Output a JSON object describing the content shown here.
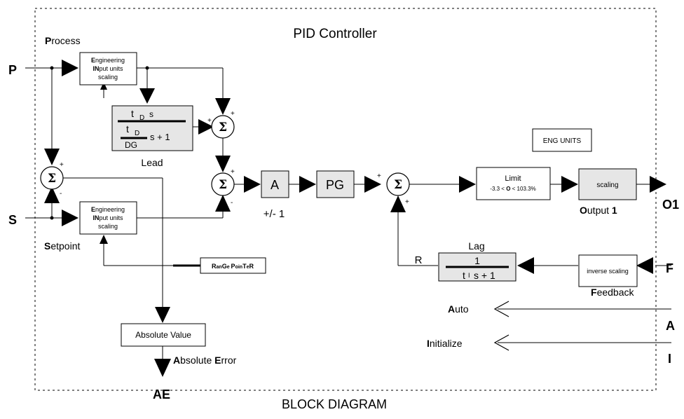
{
  "title": "PID Controller",
  "footer": "BLOCK DIAGRAM",
  "eng_units": "ENG UNITS",
  "inputs": {
    "p": {
      "letter": "P",
      "label_bold": "P",
      "label_rest": "rocess"
    },
    "s": {
      "letter": "S",
      "label_bold": "S",
      "label_rest": "etpoint"
    },
    "f": {
      "letter": "F",
      "label_bold": "F",
      "label_rest": "eedback"
    },
    "a": {
      "letter": "A",
      "label_bold": "A",
      "label_rest": "uto"
    },
    "i": {
      "letter": "I",
      "label_bold": "I",
      "label_rest": "nitialize"
    }
  },
  "outputs": {
    "o1": {
      "letter": "O1",
      "label_bold": "O",
      "label_rest": "utput ",
      "label_num": "1"
    },
    "ae": {
      "letter": "AE",
      "label_bold1": "A",
      "label_rest1": "bsolute ",
      "label_bold2": "E",
      "label_rest2": "rror"
    }
  },
  "blocks": {
    "einp_p": {
      "l1b": "E",
      "l1r": "ngineering",
      "l2b": "IN",
      "l2r": "put units",
      "l3": "scaling"
    },
    "einp_s": {
      "l1b": "E",
      "l1r": "ngineering",
      "l2b": "IN",
      "l2r": "put units",
      "l3": "scaling"
    },
    "lead": {
      "label": "Lead",
      "num": "t",
      "num_sub": "D",
      "num_s": "s",
      "den_t": "t",
      "den_sub": "D",
      "den_dg": "DG",
      "den_tail": "s + 1"
    },
    "gain_a": {
      "label": "A",
      "sublabel": "+/- 1"
    },
    "gain_pg": {
      "label": "PG"
    },
    "limit": {
      "l1": "Limit",
      "l2a": "-3.3 < ",
      "l2b": "O",
      "l2c": " < 103.3%"
    },
    "scaling": {
      "label": "scaling"
    },
    "inverse_scaling": {
      "label": "inverse scaling"
    },
    "lag": {
      "label": "Lag",
      "num": "1",
      "den_t": "t",
      "den_sub": "I",
      "den_tail": "s + 1"
    },
    "absolute_value": {
      "label": "Absolute Value"
    },
    "range_pointer": {
      "p1": "R",
      "p2": "an",
      "p3": "G",
      "p4": "e ",
      "p5": "P",
      "p6": "oin",
      "p7": "T",
      "p8": "e",
      "p9": "R"
    }
  },
  "summing_symbol": "Σ",
  "signs": {
    "plus": "+",
    "minus": "-"
  },
  "signal_r": "R"
}
